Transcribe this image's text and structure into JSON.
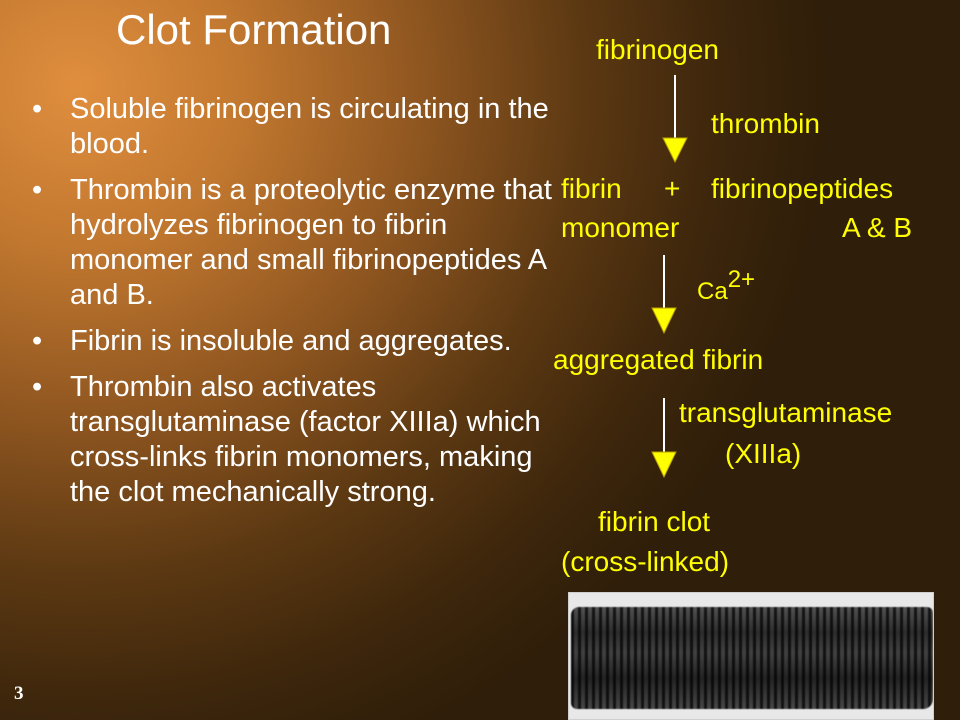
{
  "slide": {
    "title": "Clot Formation",
    "page_number": "3",
    "bullets": [
      "Soluble fibrinogen is circulating in the blood.",
      "Thrombin is a proteolytic enzyme that hydrolyzes fibrinogen to fibrin monomer and small fibrinopeptides A and B.",
      "Fibrin is insoluble and aggregates.",
      "Thrombin also activates transglutaminase (factor XIIIa) which cross-links fibrin monomers, making the clot mechanically strong."
    ]
  },
  "pathway": {
    "fibrinogen": "fibrinogen",
    "thrombin": "thrombin",
    "fibrin": "fibrin",
    "plus": "+",
    "fibrinopeptides": "fibrinopeptides",
    "monomer": "monomer",
    "a_and_b": "A & B",
    "ca": "Ca",
    "ca_charge": "2+",
    "aggregated_fibrin": "aggregated fibrin",
    "transglutaminase": "transglutaminase",
    "xiiia": "(XIIIa)",
    "fibrin_clot": "fibrin clot",
    "cross_linked": "(cross-linked)"
  },
  "colors": {
    "title_text": "#ffffff",
    "pathway_text": "#ffff00",
    "arrow": "#ffffff"
  }
}
